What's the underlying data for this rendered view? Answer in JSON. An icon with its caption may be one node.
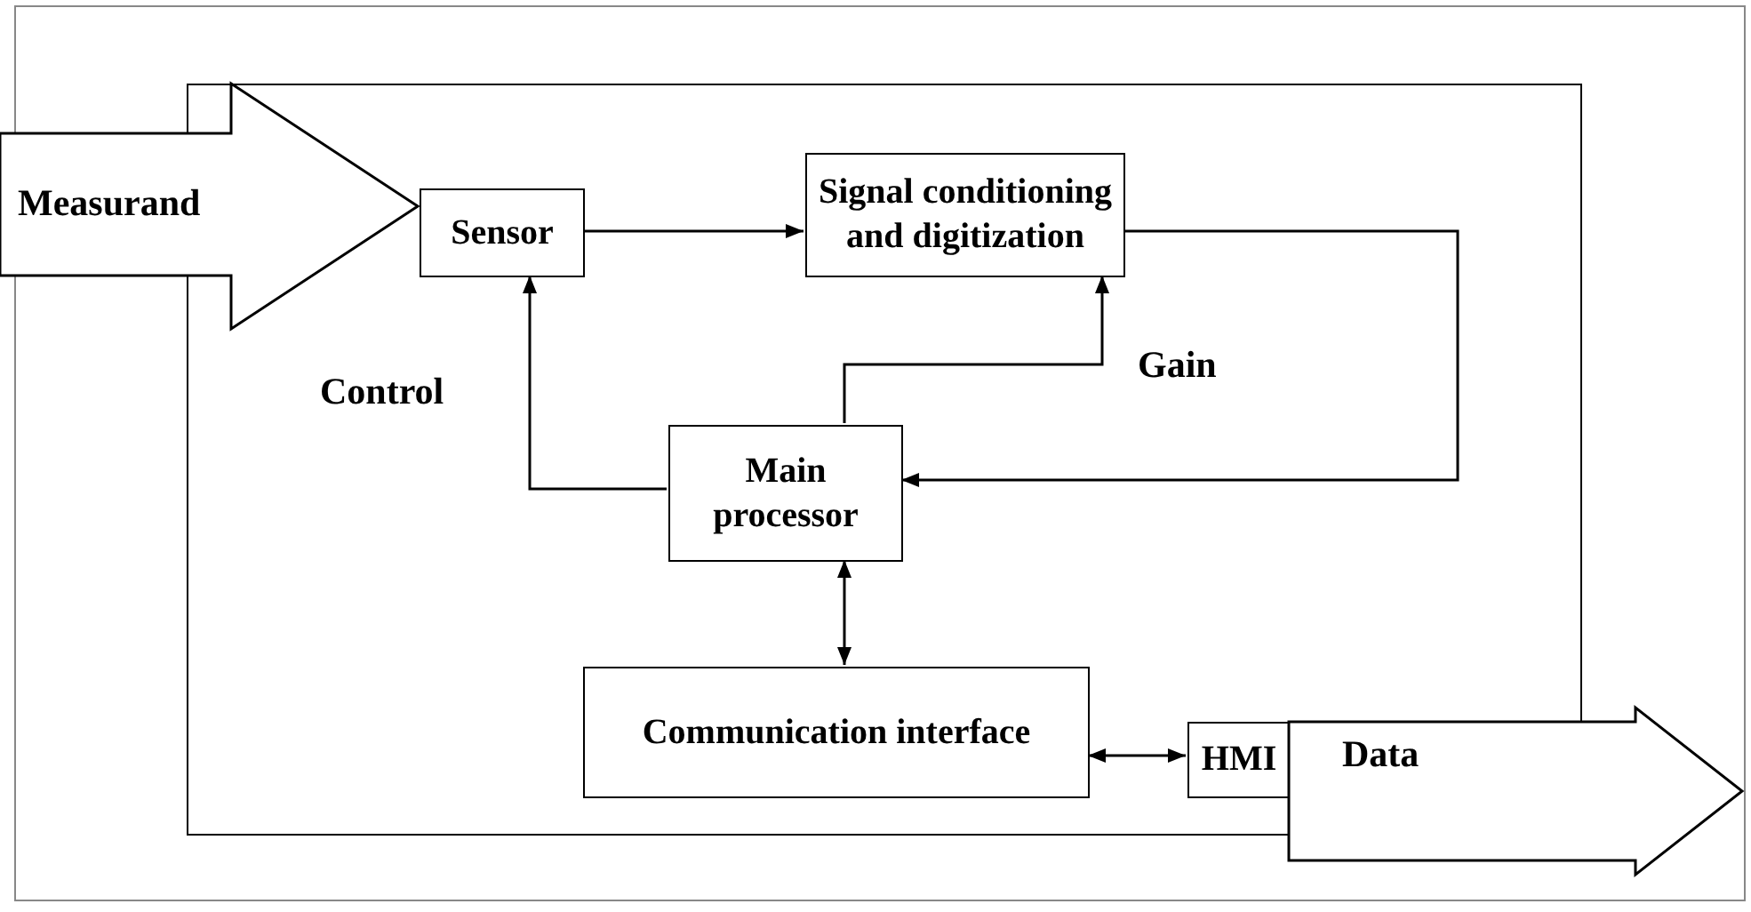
{
  "diagram": {
    "nodes": [
      {
        "text": [],
        "shape": "box"
      },
      {
        "text": [
          "Measurand"
        ]
      },
      {
        "text": [
          "Sensor"
        ],
        "in": 0
      },
      {
        "text": [
          "Signal conditioning and digitization"
        ],
        "in": 0
      },
      {
        "text": [
          "Main processor"
        ],
        "in": 0
      },
      {
        "text": [
          "Communication interface"
        ],
        "in": 0
      },
      {
        "text": [
          "HMI"
        ],
        "in": 0
      },
      {
        "text": [
          "Data"
        ]
      }
    ],
    "edges": [
      {
        "from": 2,
        "to": 3,
        "arrow": "to"
      },
      {
        "from": 3,
        "to": 4,
        "arrow": "to"
      },
      {
        "from": 4,
        "to": 3,
        "arrow": "to",
        "label": "Gain"
      },
      {
        "from": 4,
        "to": 2,
        "arrow": "to",
        "label": "Control"
      },
      {
        "from": 4,
        "to": 5,
        "arrow": "both"
      },
      {
        "from": 5,
        "to": 6,
        "arrow": "both"
      }
    ]
  }
}
